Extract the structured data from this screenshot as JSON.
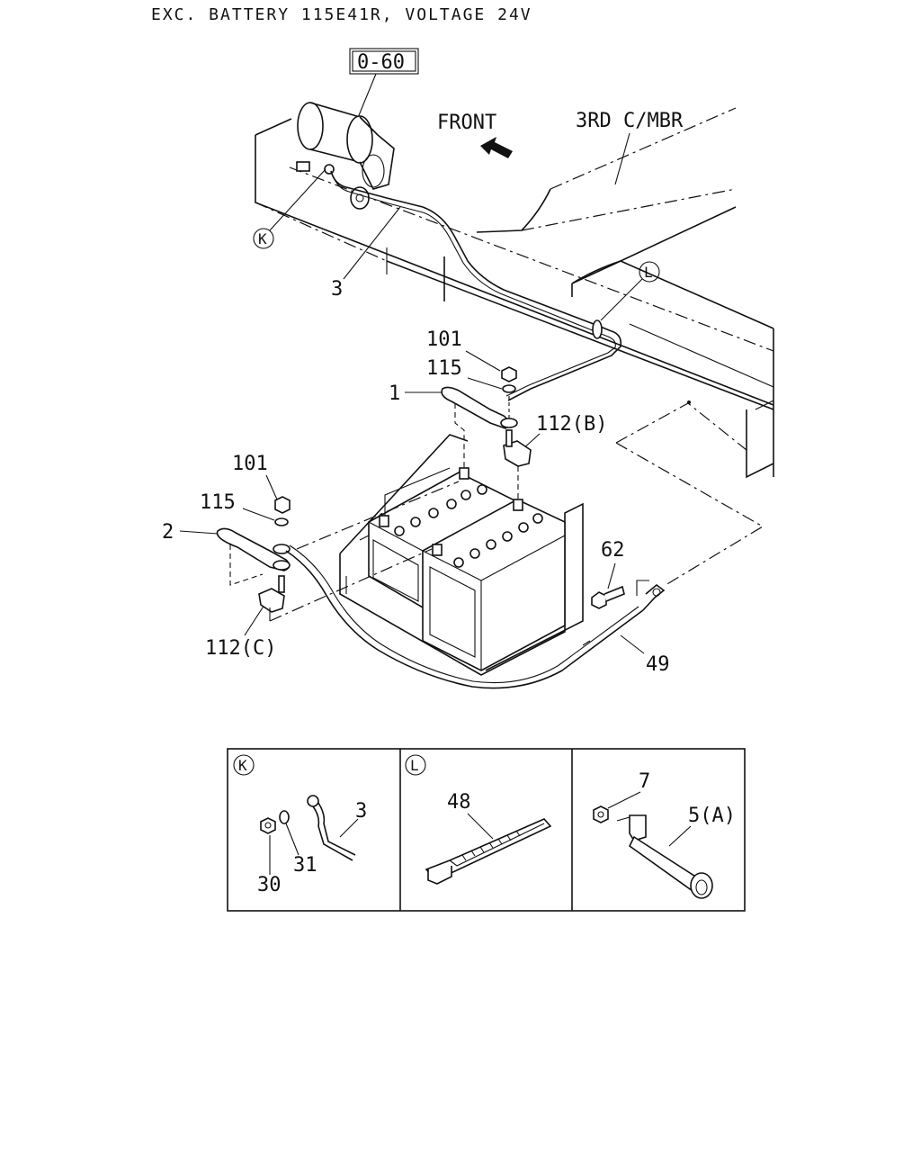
{
  "title": "EXC. BATTERY 115E41R, VOLTAGE 24V",
  "ref_box": "0-60",
  "front_label": "FRONT",
  "member_label": "3RD C/MBR",
  "callouts": {
    "k": "K",
    "l": "L"
  },
  "part_numbers": {
    "p1": "1",
    "p2": "2",
    "p3": "3",
    "p101_top": "101",
    "p115_top": "115",
    "p112b": "112(B)",
    "p101_left": "101",
    "p115_left": "115",
    "p112c": "112(C)",
    "p62": "62",
    "p49": "49"
  },
  "details": [
    {
      "tag": "K",
      "parts": [
        "3",
        "31",
        "30"
      ]
    },
    {
      "tag": "L",
      "parts": [
        "48"
      ]
    },
    {
      "tag": "",
      "parts": [
        "7",
        "5(A)"
      ]
    }
  ]
}
